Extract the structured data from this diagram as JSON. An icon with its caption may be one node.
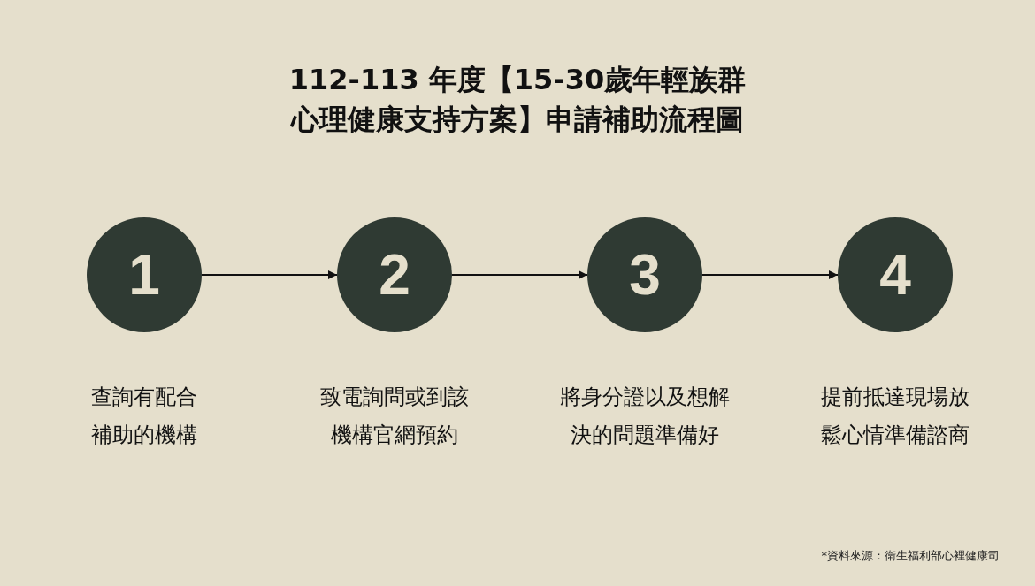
{
  "diagram": {
    "title": "112-113 年度【15-30歲年輕族群心理健康支持方案】申請補助流程圖",
    "nodes": [
      {
        "text": [
          "1"
        ],
        "beside": [
          "查詢有配合補助的機構"
        ]
      },
      {
        "text": [
          "2"
        ],
        "beside": [
          "致電詢問或到該機構官網預約"
        ]
      },
      {
        "text": [
          "3"
        ],
        "beside": [
          "將身分證以及想解決的問題準備好"
        ]
      },
      {
        "text": [
          "4"
        ],
        "beside": [
          "提前抵達現場放鬆心情準備諮商"
        ]
      }
    ],
    "edges": [
      {
        "from": 0,
        "to": 1,
        "arrow": "to"
      },
      {
        "from": 1,
        "to": 2,
        "arrow": "to"
      },
      {
        "from": 2,
        "to": 3,
        "arrow": "to"
      }
    ],
    "labels": [
      "*資料來源：衛生福利部心裡健康司"
    ]
  }
}
